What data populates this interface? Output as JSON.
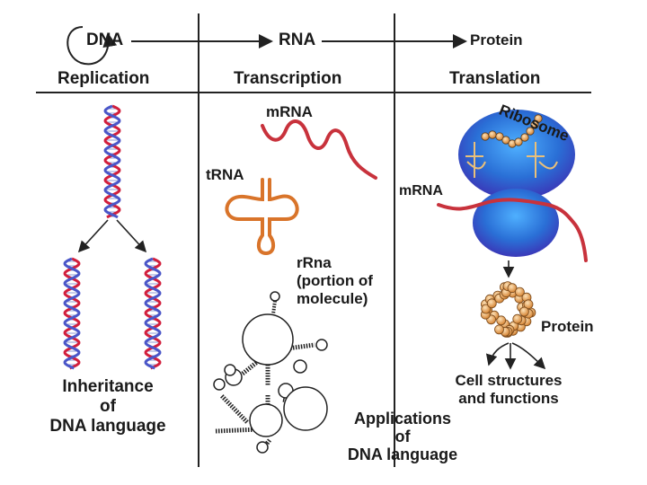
{
  "header": {
    "dna": "DNA",
    "rna": "RNA",
    "protein": "Protein",
    "replication": "Replication",
    "transcription": "Transcription",
    "translation": "Translation"
  },
  "left": {
    "caption_line1": "Inheritance",
    "caption_line2": "of",
    "caption_line3": "DNA language"
  },
  "middle": {
    "mrna": "mRNA",
    "trna": "tRNA",
    "rrna_line1": "rRna",
    "rrna_line2": "(portion of",
    "rrna_line3": "molecule)",
    "caption_line1": "Applications",
    "caption_line2": "of",
    "caption_line3": "DNA language"
  },
  "right": {
    "ribosome": "Ribosome",
    "mrna": "mRNA",
    "protein": "Protein",
    "cell_line1": "Cell structures",
    "cell_line2": "and functions"
  },
  "colors": {
    "dna_red": "#d21f3c",
    "dna_blue": "#4a56c8",
    "mrna": "#c8323c",
    "trna": "#d9742a",
    "ribosome_blue": "#2a6fd6",
    "protein_bead": "#e8a15a",
    "line": "#222222"
  }
}
